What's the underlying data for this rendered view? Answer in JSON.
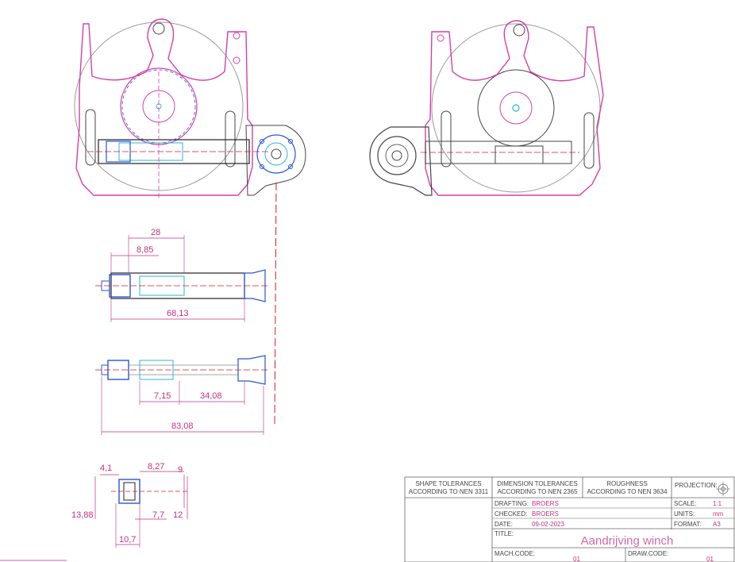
{
  "dimensions": {
    "d28": "28",
    "d885": "8,85",
    "d6813": "68,13",
    "d715": "7,15",
    "d3408": "34,08",
    "d8308": "83,08",
    "d41": "4,1",
    "d827": "8,27",
    "d9": "9",
    "d1388": "13,88",
    "d77": "7,7",
    "d12": "12",
    "d107": "10,7"
  },
  "title_block": {
    "shape_tol_1": "SHAPE TOLERANCES",
    "shape_tol_2": "ACCORDING TO NEN 3311",
    "dim_tol_1": "DIMENSION TOLERANCES",
    "dim_tol_2": "ACCORDING TO NEN 2365",
    "rough_1": "ROUGHNESS",
    "rough_2": "ACCORDING TO NEN 3634",
    "projection_label": "PROJECTION:",
    "drafting_label": "DRAFTING:",
    "drafting_value": "BROERS",
    "checked_label": "CHECKED:",
    "checked_value": "BROERS",
    "date_label": "DATE:",
    "date_value": "09-02-2023",
    "scale_label": "SCALE:",
    "scale_value": "1:1",
    "units_label": "UNITS:",
    "units_value": "mm",
    "format_label": "FORMAT:",
    "format_value": "A3",
    "title_label": "TITLE:",
    "title_value": "Aandrijving winch",
    "mach_code_label": "MACH.CODE:",
    "mach_code_value": "01",
    "draw_code_label": "DRAW.CODE:",
    "draw_code_value": "01"
  },
  "colors": {
    "magenta": "#d63fa8",
    "blue": "#2a55d6",
    "cyan": "#2bb6d6",
    "gray": "#8a8a8a",
    "black": "#222222",
    "red": "#d02020"
  }
}
